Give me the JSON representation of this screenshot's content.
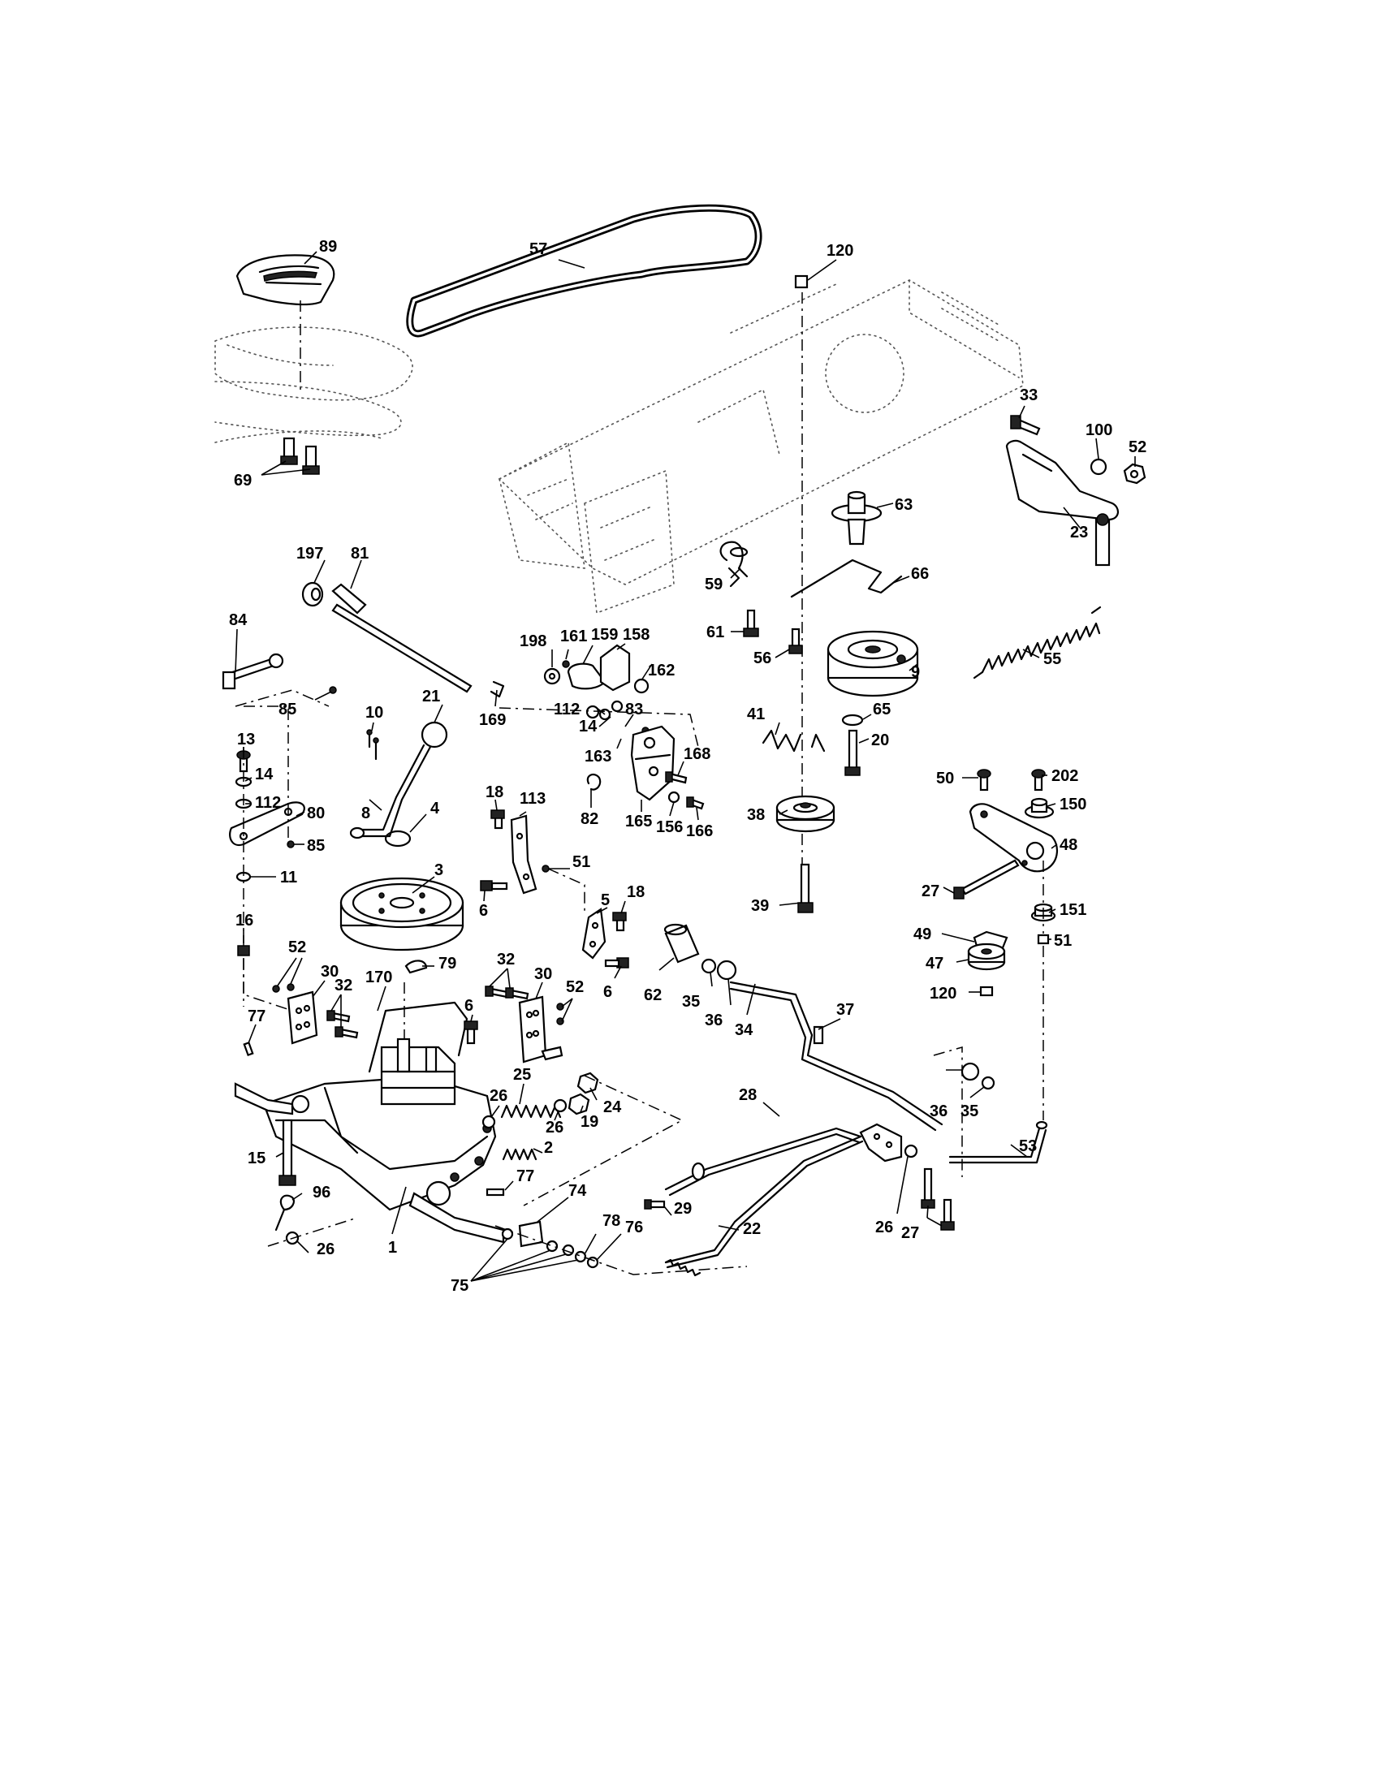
{
  "callouts": [
    {
      "id": "c57",
      "label": "57"
    },
    {
      "id": "c120a",
      "label": "120"
    },
    {
      "id": "c89",
      "label": "89"
    },
    {
      "id": "c69",
      "label": "69"
    },
    {
      "id": "c33",
      "label": "33"
    },
    {
      "id": "c100",
      "label": "100"
    },
    {
      "id": "c52a",
      "label": "52"
    },
    {
      "id": "c63",
      "label": "63"
    },
    {
      "id": "c23",
      "label": "23"
    },
    {
      "id": "c66",
      "label": "66"
    },
    {
      "id": "c59",
      "label": "59"
    },
    {
      "id": "c197",
      "label": "197"
    },
    {
      "id": "c81",
      "label": "81"
    },
    {
      "id": "c61",
      "label": "61"
    },
    {
      "id": "c56",
      "label": "56"
    },
    {
      "id": "c9",
      "label": "9"
    },
    {
      "id": "c55",
      "label": "55"
    },
    {
      "id": "c84",
      "label": "84"
    },
    {
      "id": "c198",
      "label": "198"
    },
    {
      "id": "c161",
      "label": "161"
    },
    {
      "id": "c159",
      "label": "159"
    },
    {
      "id": "c158",
      "label": "158"
    },
    {
      "id": "c162",
      "label": "162"
    },
    {
      "id": "c21",
      "label": "21"
    },
    {
      "id": "c169",
      "label": "169"
    },
    {
      "id": "c85a",
      "label": "85"
    },
    {
      "id": "c10",
      "label": "10"
    },
    {
      "id": "c112a",
      "label": "112"
    },
    {
      "id": "c14a",
      "label": "14"
    },
    {
      "id": "c83",
      "label": "83"
    },
    {
      "id": "c41",
      "label": "41"
    },
    {
      "id": "c65",
      "label": "65"
    },
    {
      "id": "c20",
      "label": "20"
    },
    {
      "id": "c13",
      "label": "13"
    },
    {
      "id": "c14b",
      "label": "14"
    },
    {
      "id": "c163",
      "label": "163"
    },
    {
      "id": "c168",
      "label": "168"
    },
    {
      "id": "c112b",
      "label": "112"
    },
    {
      "id": "c80",
      "label": "80"
    },
    {
      "id": "c8",
      "label": "8"
    },
    {
      "id": "c85b",
      "label": "85"
    },
    {
      "id": "c4",
      "label": "4"
    },
    {
      "id": "c18a",
      "label": "18"
    },
    {
      "id": "c113",
      "label": "113"
    },
    {
      "id": "c82",
      "label": "82"
    },
    {
      "id": "c165",
      "label": "165"
    },
    {
      "id": "c156",
      "label": "156"
    },
    {
      "id": "c166",
      "label": "166"
    },
    {
      "id": "c50",
      "label": "50"
    },
    {
      "id": "c202",
      "label": "202"
    },
    {
      "id": "c150",
      "label": "150"
    },
    {
      "id": "c48",
      "label": "48"
    },
    {
      "id": "c3",
      "label": "3"
    },
    {
      "id": "c51a",
      "label": "51"
    },
    {
      "id": "c38",
      "label": "38"
    },
    {
      "id": "c11",
      "label": "11"
    },
    {
      "id": "c6a",
      "label": "6"
    },
    {
      "id": "c5",
      "label": "5"
    },
    {
      "id": "c18b",
      "label": "18"
    },
    {
      "id": "c27a",
      "label": "27"
    },
    {
      "id": "c151",
      "label": "151"
    },
    {
      "id": "c39",
      "label": "39"
    },
    {
      "id": "c49",
      "label": "49"
    },
    {
      "id": "c51b",
      "label": "51"
    },
    {
      "id": "c16",
      "label": "16"
    },
    {
      "id": "c79",
      "label": "79"
    },
    {
      "id": "c47",
      "label": "47"
    },
    {
      "id": "c52b",
      "label": "52"
    },
    {
      "id": "c30a",
      "label": "30"
    },
    {
      "id": "c32a",
      "label": "32"
    },
    {
      "id": "c6b",
      "label": "6"
    },
    {
      "id": "c62",
      "label": "62"
    },
    {
      "id": "c120b",
      "label": "120"
    },
    {
      "id": "c170",
      "label": "170"
    },
    {
      "id": "c32b",
      "label": "32"
    },
    {
      "id": "c30b",
      "label": "30"
    },
    {
      "id": "c52c",
      "label": "52"
    },
    {
      "id": "c35a",
      "label": "35"
    },
    {
      "id": "c36a",
      "label": "36"
    },
    {
      "id": "c34",
      "label": "34"
    },
    {
      "id": "c37",
      "label": "37"
    },
    {
      "id": "c77a",
      "label": "77"
    },
    {
      "id": "c6c",
      "label": "6"
    },
    {
      "id": "c25",
      "label": "25"
    },
    {
      "id": "c26a",
      "label": "26"
    },
    {
      "id": "c24",
      "label": "24"
    },
    {
      "id": "c19",
      "label": "19"
    },
    {
      "id": "c26b",
      "label": "26"
    },
    {
      "id": "c28",
      "label": "28"
    },
    {
      "id": "c36b",
      "label": "36"
    },
    {
      "id": "c35b",
      "label": "35"
    },
    {
      "id": "c53",
      "label": "53"
    },
    {
      "id": "c2",
      "label": "2"
    },
    {
      "id": "c15",
      "label": "15"
    },
    {
      "id": "c77b",
      "label": "77"
    },
    {
      "id": "c96",
      "label": "96"
    },
    {
      "id": "c74",
      "label": "74"
    },
    {
      "id": "c29",
      "label": "29"
    },
    {
      "id": "c22",
      "label": "22"
    },
    {
      "id": "c26c",
      "label": "26"
    },
    {
      "id": "c27b",
      "label": "27"
    },
    {
      "id": "c1",
      "label": "1"
    },
    {
      "id": "c78",
      "label": "78"
    },
    {
      "id": "c76",
      "label": "76"
    },
    {
      "id": "c26d",
      "label": "26"
    },
    {
      "id": "c75",
      "label": "75"
    }
  ]
}
